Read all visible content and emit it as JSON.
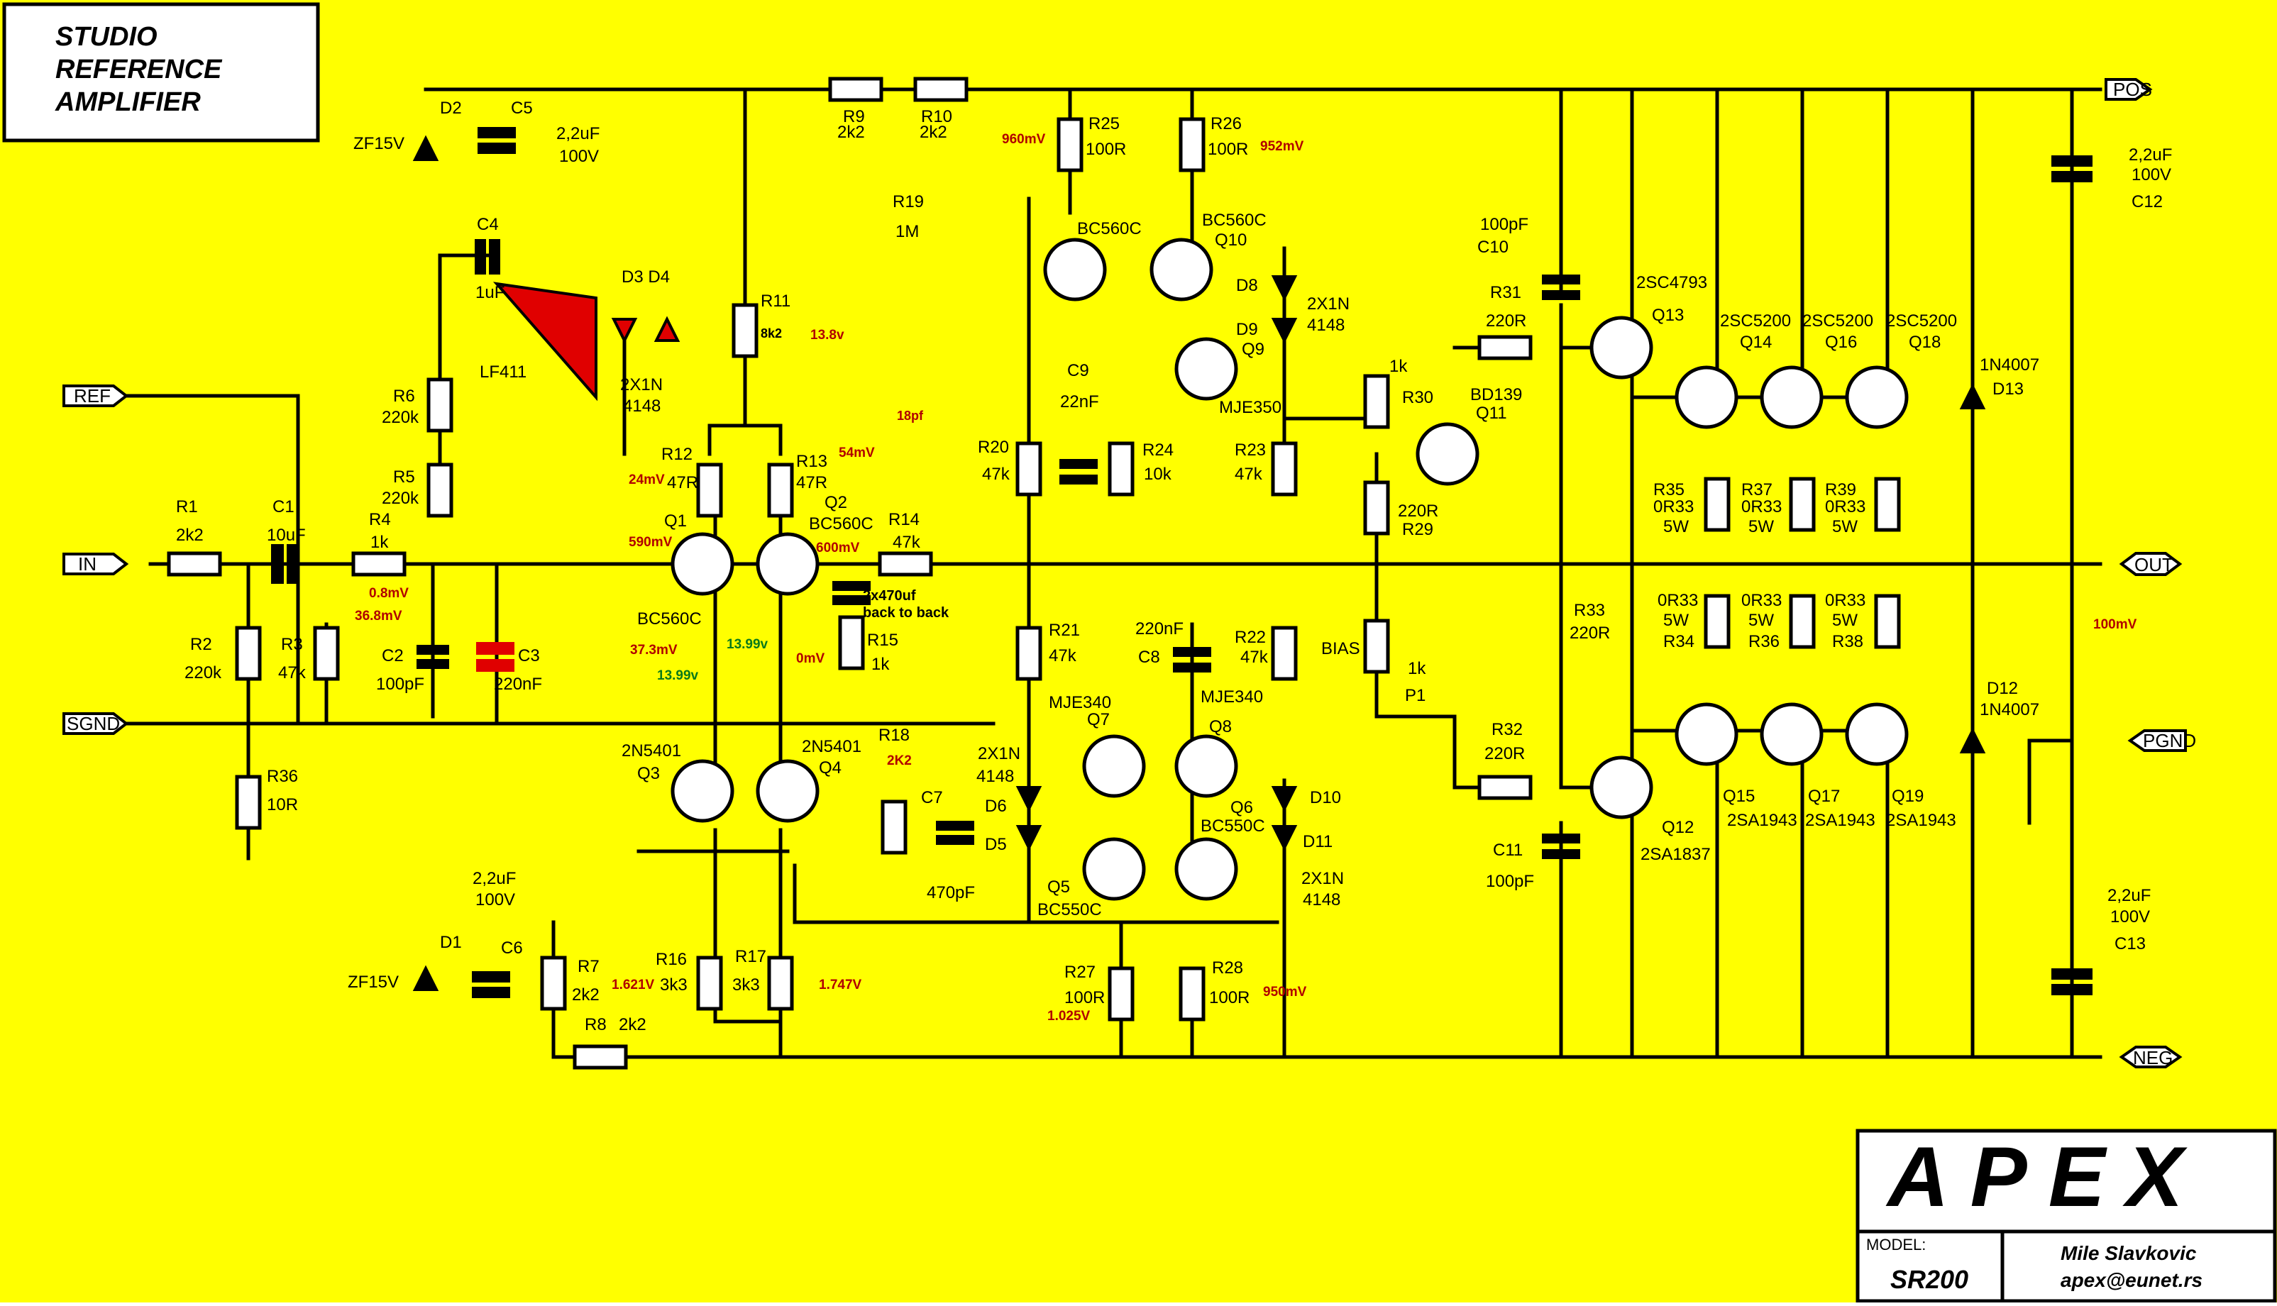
{
  "title": {
    "line1": "STUDIO",
    "line2": "REFERENCE",
    "line3": "AMPLIFIER"
  },
  "ports": {
    "pos": "POS",
    "neg": "NEG",
    "out": "OUT",
    "pgnd": "PGND",
    "ref": "REF",
    "in": "IN",
    "sgnd": "SGND"
  },
  "titleblock": {
    "logo": "APEX",
    "model_label": "MODEL:",
    "model": "SR200",
    "author": "Mile Slavkovic",
    "email": "apex@eunet.rs"
  },
  "colors": {
    "background": "#ffff00",
    "wire": "#000000",
    "measure": "#b00000",
    "measure_alt": "#0a7a1a",
    "highlight": "#e00000"
  },
  "labels": {
    "R1": "R1",
    "R1v": "2k2",
    "C1": "C1",
    "C1v": "10uF",
    "R2": "R2",
    "R2v": "220k",
    "R3": "R3",
    "R3v": "47k",
    "R36": "R36",
    "R36v": "10R",
    "R4": "R4",
    "R4v": "1k",
    "C2": "C2",
    "C2v": "100pF",
    "C3": "C3",
    "C3v": "220nF",
    "R5": "R5",
    "R5v": "220k",
    "R6": "R6",
    "R6v": "220k",
    "C4": "C4",
    "C4v": "1uF",
    "IC": "LF411",
    "D2": "D2",
    "ZF15": "ZF15V",
    "C5": "C5",
    "C5v1": "2,2uF",
    "C5v2": "100V",
    "D3D4": "D3  D4",
    "D34v1": "2X1N",
    "D34v2": "4148",
    "R11": "R11",
    "R11v": "8k2",
    "R19": "R19",
    "R19v": "1M",
    "R12": "R12",
    "R12v": "47R",
    "R13": "R13",
    "R13v": "47R",
    "Q1": "Q1",
    "Q2": "Q2",
    "BC560C_a": "BC560C",
    "BC560C_b": "BC560C",
    "R14": "R14",
    "R14v": "47k",
    "R15": "R15",
    "R15v": "1k",
    "cap_bb1": "2x470uf",
    "cap_bb2": "back to back",
    "cap18": "18pf",
    "Q3": "Q3",
    "Q4": "Q4",
    "N5401a": "2N5401",
    "N5401b": "2N5401",
    "D1": "D1",
    "C6": "C6",
    "C6v1": "2,2uF",
    "C6v2": "100V",
    "ZF15b": "ZF15V",
    "R7": "R7",
    "R7v": "2k2",
    "R8": "R8",
    "R8v": "2k2",
    "R16": "R16",
    "R16v": "3k3",
    "R17": "R17",
    "R17v": "3k3",
    "R18": "R18",
    "R18v": "2K2",
    "C7": "C7",
    "C7v": "470pF",
    "R9": "R9",
    "R9v": "2k2",
    "R10": "R10",
    "R10v": "2k2",
    "R25": "R25",
    "R25v": "100R",
    "R26": "R26",
    "R26v": "100R",
    "BC560C_c": "BC560C",
    "BC560C_d": "BC560C",
    "Q10": "Q10",
    "D8": "D8",
    "D9": "D9",
    "D89v1": "2X1N",
    "D89v2": "4148",
    "C9": "C9",
    "C9v": "22nF",
    "Q9": "Q9",
    "MJE350": "MJE350",
    "R20": "R20",
    "R20v": "47k",
    "R24": "R24",
    "R24v": "10k",
    "R23": "R23",
    "R23v": "47k",
    "R21": "R21",
    "R21v": "47k",
    "C8v": "220nF",
    "C8": "C8",
    "R22": "R22",
    "R22v": "47k",
    "MJE340a": "MJE340",
    "Q7": "Q7",
    "MJE340b": "MJE340",
    "Q8": "Q8",
    "D56v1": "2X1N",
    "D56v2": "4148",
    "D6": "D6",
    "D5": "D5",
    "Q6": "Q6",
    "BC550Ca": "BC550C",
    "D10": "D10",
    "D11": "D11",
    "D1011v1": "2X1N",
    "D1011v2": "4148",
    "Q5": "Q5",
    "BC550Cb": "BC550C",
    "R27": "R27",
    "R27v": "100R",
    "R28": "R28",
    "R28v": "100R",
    "R30v": "1k",
    "R30": "R30",
    "BD139": "BD139",
    "Q11": "Q11",
    "R29v": "220R",
    "R29": "R29",
    "BIAS": "BIAS",
    "P1v": "1k",
    "P1": "P1",
    "C10v": "100pF",
    "C10": "C10",
    "R31": "R31",
    "R31v": "220R",
    "SC4793": "2SC4793",
    "Q13": "Q13",
    "SC5200a": "2SC5200",
    "SC5200b": "2SC5200",
    "SC5200c": "2SC5200",
    "Q14": "Q14",
    "Q16": "Q16",
    "Q18": "Q18",
    "R35": "R35",
    "R35v": "0R33",
    "R35w": "5W",
    "R37": "R37",
    "R37v": "0R33",
    "R37w": "5W",
    "R39": "R39",
    "R39v": "0R33",
    "R39w": "5W",
    "R33": "R33",
    "R33v": "220R",
    "R34v": "0R33",
    "R34w": "5W",
    "R34": "R34",
    "R36bv": "0R33",
    "R36bw": "5W",
    "R36b": "R36",
    "R38v": "0R33",
    "R38w": "5W",
    "R38": "R38",
    "R32": "R32",
    "R32v": "220R",
    "C11": "C11",
    "C11v": "100pF",
    "Q12": "Q12",
    "SA1837": "2SA1837",
    "Q15": "Q15",
    "Q17": "Q17",
    "Q19": "Q19",
    "SA1943a": "2SA1943",
    "SA1943b": "2SA1943",
    "SA1943c": "2SA1943",
    "N4007a": "1N4007",
    "D13": "D13",
    "D12": "D12",
    "N4007b": "1N4007",
    "C12v1": "2,2uF",
    "C12v2": "100V",
    "C12": "C12",
    "C13v1": "2,2uF",
    "C13v2": "100V",
    "C13": "C13"
  },
  "measurements": {
    "m960": "960mV",
    "m952": "952mV",
    "m950": "950mV",
    "m1025": "1.025V",
    "m1621": "1.621V",
    "m1747": "1.747V",
    "m24": "24mV",
    "m54": "54mV",
    "m590": "590mV",
    "m600": "600mV",
    "m08": "0.8mV",
    "m368": "36.8mV",
    "m373": "37.3mV",
    "m0": "0mV",
    "m138": "13.8v",
    "m1399a": "13.99v",
    "m1399b": "13.99v",
    "m100": "100mV"
  }
}
